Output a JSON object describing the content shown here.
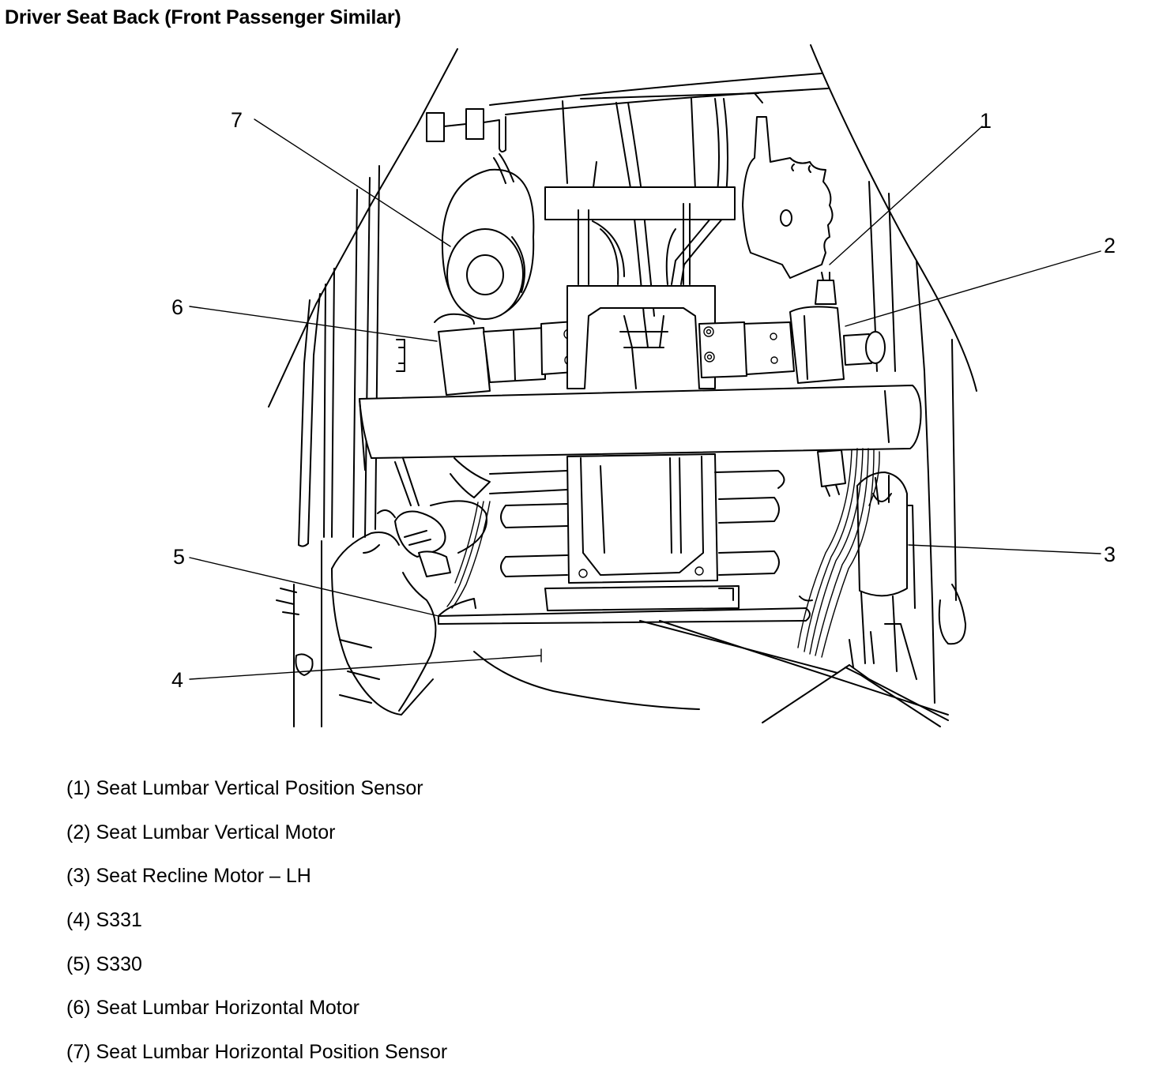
{
  "title": "Driver Seat Back (Front Passenger Similar)",
  "callouts": [
    {
      "number": "1",
      "label": "(1) Seat Lumbar Vertical Position Sensor"
    },
    {
      "number": "2",
      "label": "(2) Seat Lumbar Vertical Motor"
    },
    {
      "number": "3",
      "label": "(3) Seat Recline Motor – LH"
    },
    {
      "number": "4",
      "label": "(4) S331"
    },
    {
      "number": "5",
      "label": "(5) S330"
    },
    {
      "number": "6",
      "label": "(6) Seat Lumbar Horizontal Motor"
    },
    {
      "number": "7",
      "label": "(7) Seat Lumbar Horizontal Position Sensor"
    }
  ]
}
